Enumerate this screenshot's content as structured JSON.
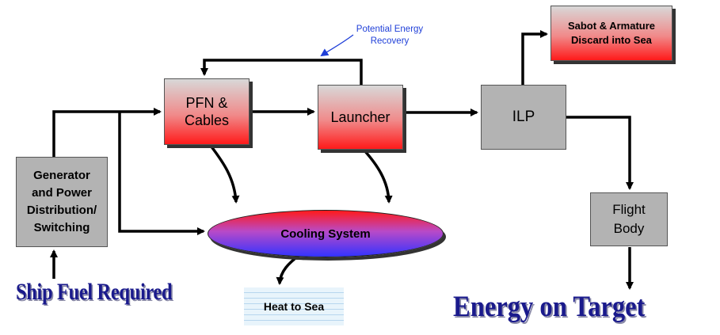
{
  "nodes": {
    "generator": "Generator\nand Power\nDistribution/\nSwitching",
    "pfn": "PFN &\nCables",
    "launcher": "Launcher",
    "ilp": "ILP",
    "sabot": "Sabot & Armature\nDiscard into Sea",
    "flight_body": "Flight\nBody",
    "cooling": "Cooling System",
    "heat": "Heat to Sea"
  },
  "annotations": {
    "recovery": "Potential Energy\nRecovery",
    "ship_fuel": "Ship Fuel Required",
    "energy_target": "Energy on Target"
  },
  "colors": {
    "box_gray": "#b3b3b3",
    "gradient_red": "#ff1a1a",
    "cooling_blue": "#3333ff",
    "title_blue": "#1a1a8c",
    "recovery_blue": "#1f3fd8",
    "arrow": "#000000"
  }
}
